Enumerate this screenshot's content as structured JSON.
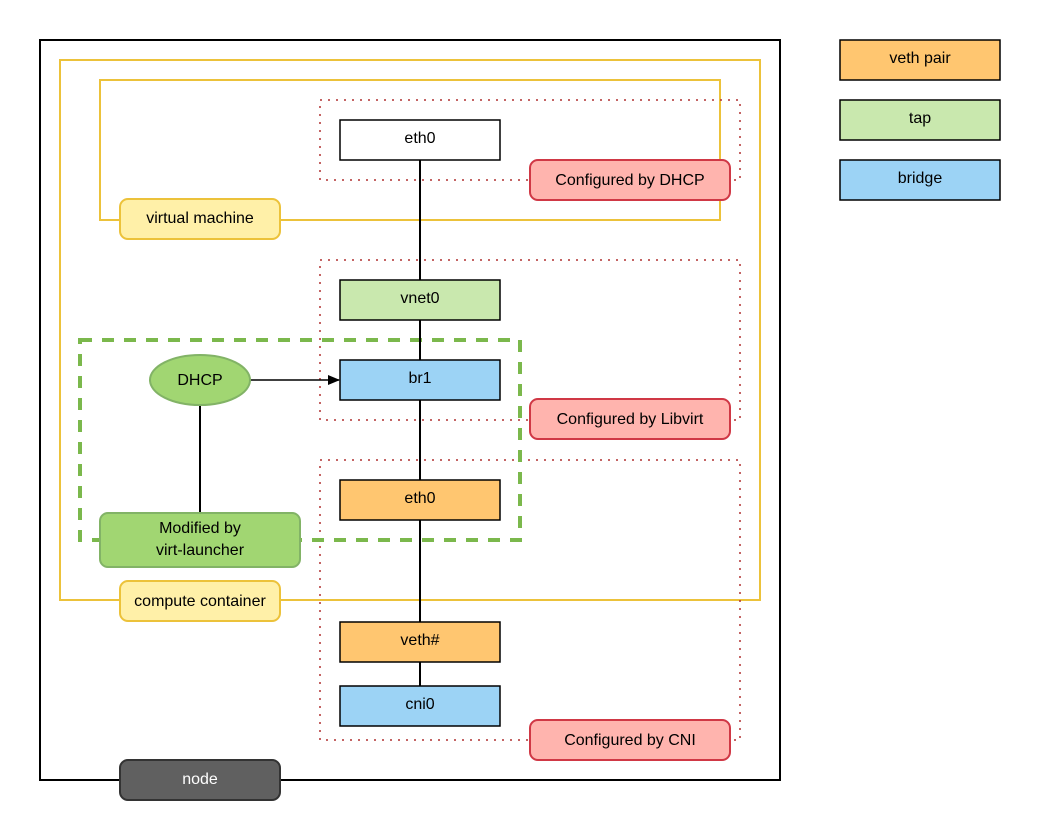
{
  "colors": {
    "veth_pair": "#ffc670",
    "tap": "#c9e8ae",
    "bridge": "#9cd3f5",
    "node_dark": "#606060",
    "container_yellow": "#fff0a8",
    "container_border": "#ecc23a",
    "config_red_fill": "#ffb4ae",
    "config_red_border": "#d03845",
    "dhcp_green": "#a1d672",
    "dhcp_green_border": "#82b366",
    "zone_dotted": "#b03030",
    "dashed_green": "#7bb84c"
  },
  "legend": {
    "veth_pair": "veth pair",
    "tap": "tap",
    "bridge": "bridge"
  },
  "interfaces": {
    "vm_eth0": "eth0",
    "vnet0": "vnet0",
    "br1": "br1",
    "container_eth0": "eth0",
    "veth": "veth#",
    "cni0": "cni0"
  },
  "labels": {
    "virtual_machine": "virtual machine",
    "compute_container": "compute container",
    "node": "node",
    "dhcp": "DHCP",
    "modified_by_line1": "Modified by",
    "modified_by_line2": "virt-launcher",
    "configured_dhcp": "Configured by DHCP",
    "configured_libvirt": "Configured by Libvirt",
    "configured_cni": "Configured by CNI"
  }
}
